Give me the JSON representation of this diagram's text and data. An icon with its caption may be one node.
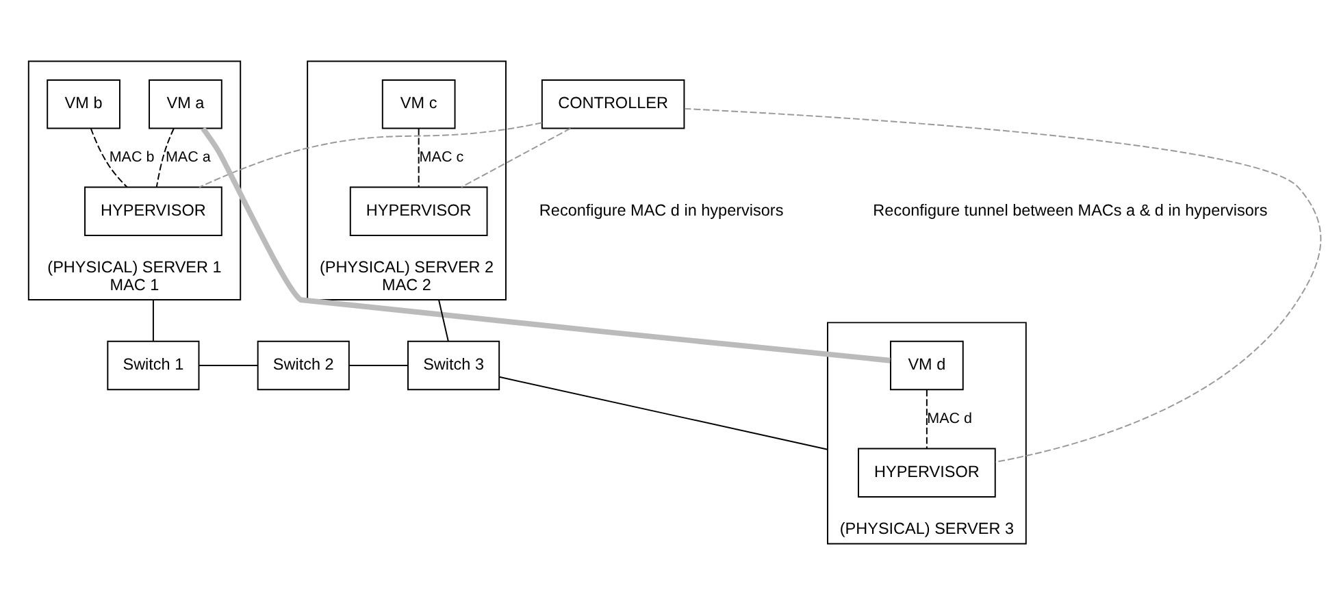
{
  "diagram": {
    "nodes": [
      {
        "text": [
          "CONTROLLER"
        ]
      },
      {
        "text": [
          "(PHYSICAL) SERVER 1",
          "MAC 1"
        ]
      },
      {
        "text": [
          "VM a"
        ],
        "in": 1
      },
      {
        "text": [
          "VM b"
        ],
        "in": 1
      },
      {
        "text": [
          "HYPERVISOR"
        ],
        "in": 1
      },
      {
        "text": [
          "(PHYSICAL) SERVER 2",
          "MAC 2"
        ]
      },
      {
        "text": [
          "VM c"
        ],
        "in": 5
      },
      {
        "text": [
          "HYPERVISOR"
        ],
        "in": 5
      },
      {
        "text": [
          "(PHYSICAL) SERVER 3"
        ]
      },
      {
        "text": [
          "VM d"
        ],
        "in": 8
      },
      {
        "text": [
          "HYPERVISOR"
        ],
        "in": 8
      },
      {
        "text": [
          "Switch 1"
        ]
      },
      {
        "text": [
          "Switch 2"
        ]
      },
      {
        "text": [
          "Switch 3"
        ]
      }
    ],
    "edges": [
      {
        "from": 2,
        "to": 4,
        "arrow": "none",
        "label": "MAC a",
        "style": "dashed"
      },
      {
        "from": 3,
        "to": 4,
        "arrow": "none",
        "label": "MAC b",
        "style": "dashed"
      },
      {
        "from": 6,
        "to": 7,
        "arrow": "none",
        "label": "MAC c",
        "style": "dashed"
      },
      {
        "from": 9,
        "to": 10,
        "arrow": "none",
        "label": "MAC d",
        "style": "dashed"
      },
      {
        "from": 0,
        "to": 4,
        "arrow": "none",
        "style": "dashed",
        "color": "#999999"
      },
      {
        "from": 0,
        "to": 7,
        "arrow": "none",
        "style": "dashed",
        "color": "#999999"
      },
      {
        "from": 0,
        "to": 10,
        "arrow": "none",
        "style": "dashed",
        "color": "#999999"
      },
      {
        "from": 2,
        "to": 9,
        "arrow": "none",
        "style": "thick",
        "color": "#bbbbbb"
      },
      {
        "from": 1,
        "to": 11,
        "arrow": "none"
      },
      {
        "from": 11,
        "to": 12,
        "arrow": "none"
      },
      {
        "from": 12,
        "to": 13,
        "arrow": "none"
      },
      {
        "from": 5,
        "to": 13,
        "arrow": "none"
      },
      {
        "from": 13,
        "to": 8,
        "arrow": "none"
      }
    ],
    "labels": [
      "Reconfigure MAC d in hypervisors",
      "Reconfigure tunnel between MACs a & d in hypervisors"
    ]
  }
}
